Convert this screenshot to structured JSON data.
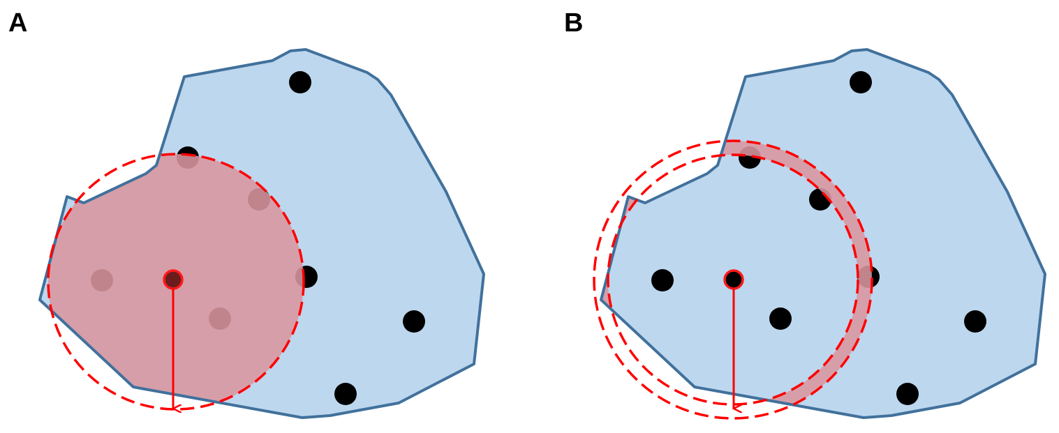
{
  "panels": [
    {
      "id": "A",
      "label": "A"
    },
    {
      "id": "B",
      "label": "B"
    }
  ],
  "colors": {
    "region_fill": "#bdd7ee",
    "region_stroke": "#41719c",
    "neighborhood_fill": "#d9969f",
    "circle_stroke": "#ff0000",
    "point": "#000000",
    "point_in_neighborhood": "#6b1d1d"
  }
}
